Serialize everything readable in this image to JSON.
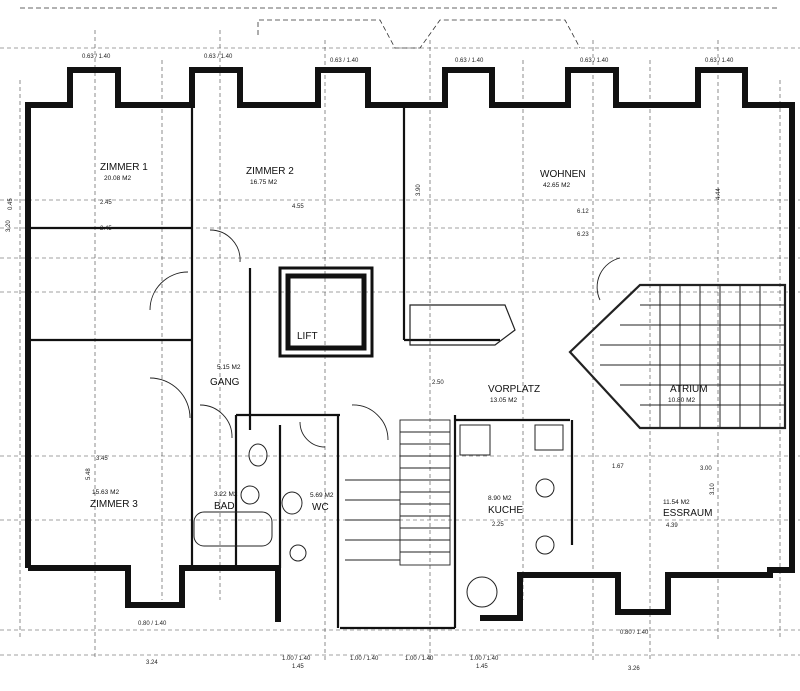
{
  "rooms": [
    {
      "name": "ZIMMER 1",
      "area": "20.08 M2"
    },
    {
      "name": "ZIMMER 2",
      "area": "16.75 M2"
    },
    {
      "name": "WOHNEN",
      "area": "42.65 M2"
    },
    {
      "name": "LIFT"
    },
    {
      "name": "GANG",
      "area": "5.15 M2"
    },
    {
      "name": "VORPLATZ",
      "area": "13.05 M2"
    },
    {
      "name": "ATRIUM",
      "area": "10.80 M2"
    },
    {
      "name": "ZIMMER 3",
      "area": "15.63 M2"
    },
    {
      "name": "BAD",
      "area": "3.22 M2"
    },
    {
      "name": "WC",
      "area": "5.69 M2"
    },
    {
      "name": "KUCHE",
      "area": "8.90 M2"
    },
    {
      "name": "ESSRAUM",
      "area": "11.54 M2"
    }
  ],
  "window_labels_top": [
    "0.63 / 1.40",
    "0.63 / 1.40",
    "0.63 / 1.40",
    "0.63 / 1.40",
    "0.63 / 1.40",
    "0.63 / 1.40"
  ],
  "window_labels_bottom": [
    "0.80 / 1.40",
    "1.00 / 1.40",
    "1.00 / 1.40",
    "1.00 / 1.40",
    "1.00 / 1.40",
    "0.80 / 1.40"
  ],
  "dimensions": {
    "z1_a": "2.45",
    "z1_b": "2.45",
    "z2_a": "4.55",
    "wohnen_a": "6.12",
    "wohnen_b": "6.23",
    "wohnen_c": "3.90",
    "wohnen_d": "4.44",
    "z3_a": "3.45",
    "z3_b": "5.48",
    "kuche_a": "2.25",
    "essraum_a": "3.00",
    "essraum_b": "3.10",
    "essraum_c": "4.39",
    "bottom_a": "3.24",
    "bottom_b": "1.45",
    "bottom_c": "1.45",
    "bottom_d": "3.26",
    "left_a": "0.45",
    "left_b": "3.20",
    "vor_a": "2.50",
    "vor_b": "1.67"
  }
}
